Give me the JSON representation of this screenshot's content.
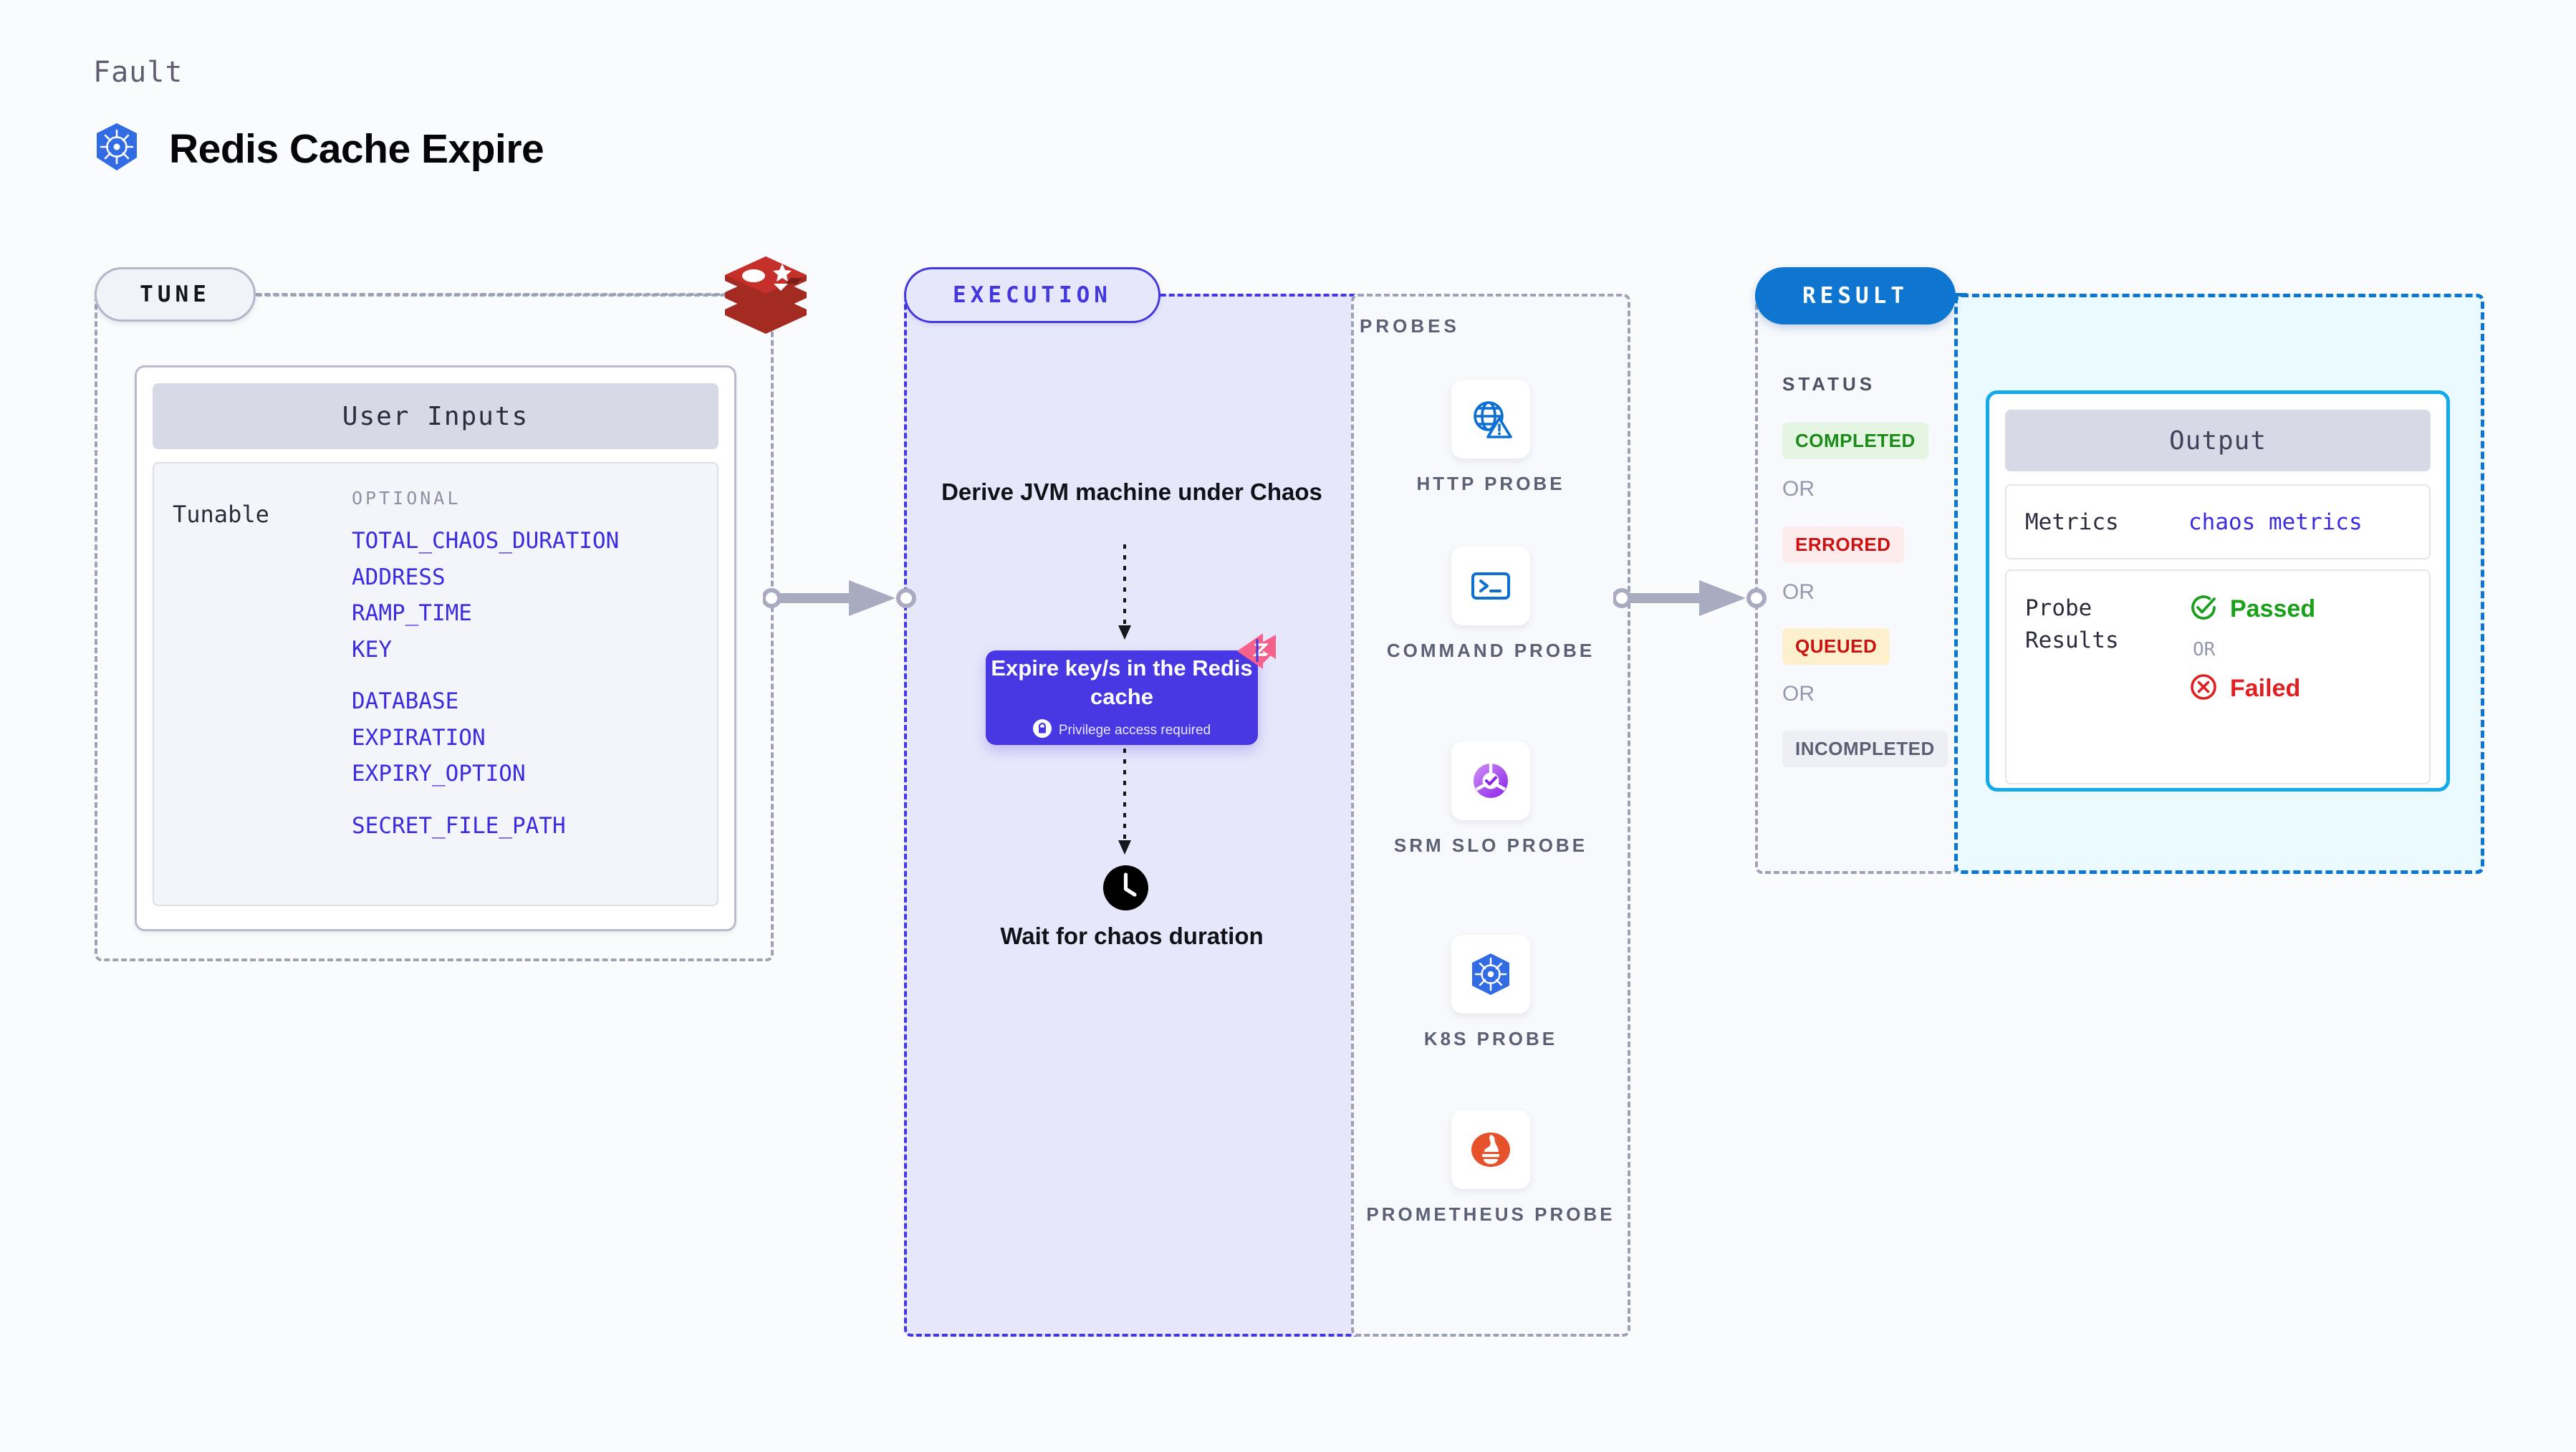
{
  "header": {
    "kicker": "Fault",
    "title": "Redis Cache Expire",
    "icon": "kubernetes-icon"
  },
  "tune": {
    "pill_label": "TUNE",
    "source_icon": "redis-logo",
    "card": {
      "header": "User Inputs",
      "row_label": "Tunable",
      "group_label": "OPTIONAL",
      "params": [
        "TOTAL_CHAOS_DURATION",
        "ADDRESS",
        "RAMP_TIME",
        "KEY",
        "DATABASE",
        "EXPIRATION",
        "EXPIRY_OPTION",
        "SECRET_FILE_PATH"
      ]
    }
  },
  "execution": {
    "pill_label": "EXECUTION",
    "step_1": "Derive JVM machine under Chaos",
    "action": {
      "title": "Expire key/s in the Redis cache",
      "privilege_note": "Privilege access required",
      "privilege_icon": "lock-icon",
      "corner_badge_icon": "litmus-chaos-icon"
    },
    "step_2": "Wait for chaos duration",
    "step_2_icon": "clock-icon"
  },
  "probes": {
    "title": "PROBES",
    "items": [
      {
        "label": "HTTP PROBE",
        "icon": "globe-alert-icon"
      },
      {
        "label": "COMMAND PROBE",
        "icon": "terminal-icon"
      },
      {
        "label": "SRM SLO PROBE",
        "icon": "srm-slo-donut-icon"
      },
      {
        "label": "K8S PROBE",
        "icon": "kubernetes-icon"
      },
      {
        "label": "PROMETHEUS PROBE",
        "icon": "prometheus-icon"
      }
    ]
  },
  "result": {
    "pill_label": "RESULT",
    "status_title": "STATUS",
    "or_label": "OR",
    "statuses": [
      {
        "label": "COMPLETED",
        "text_color": "#1a8a1a",
        "bg_color": "#e4f6e1"
      },
      {
        "label": "ERRORED",
        "text_color": "#cc1111",
        "bg_color": "#fdeceb"
      },
      {
        "label": "QUEUED",
        "text_color": "#cc1111",
        "bg_color": "#fdf1cd"
      },
      {
        "label": "INCOMPLETED",
        "text_color": "#5c6075",
        "bg_color": "#eeeff5"
      }
    ],
    "output": {
      "header": "Output",
      "metrics_label": "Metrics",
      "metrics_value": "chaos metrics",
      "probe_results_label": "Probe Results",
      "passed_label": "Passed",
      "passed_icon": "check-circle-icon",
      "or_label": "OR",
      "failed_label": "Failed",
      "failed_icon": "x-circle-icon"
    }
  },
  "colors": {
    "execution_accent": "#4338e0",
    "result_accent": "#0e76d0",
    "output_accent": "#12aae8",
    "param_link": "#3b2ce0"
  }
}
